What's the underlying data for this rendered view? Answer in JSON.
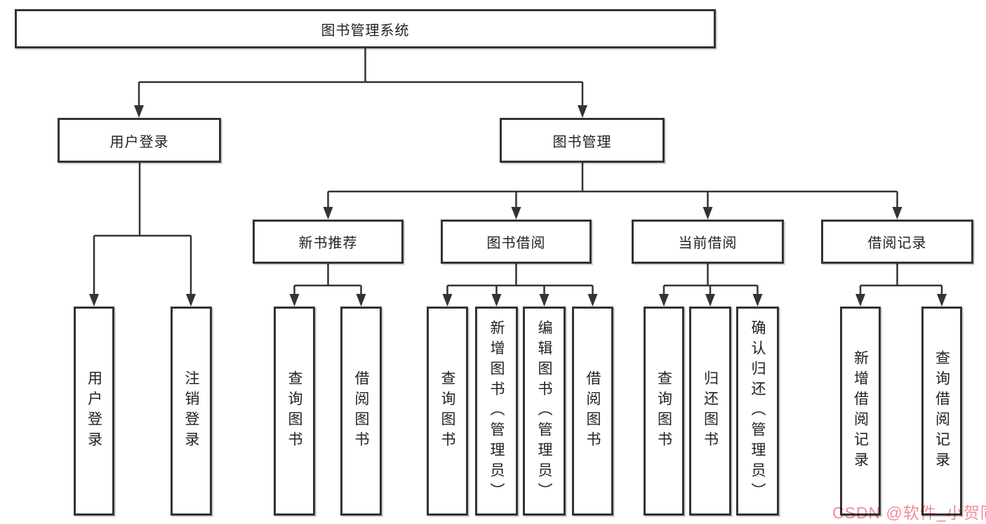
{
  "diagram": {
    "title": "图书管理系统",
    "colors": {
      "line": "#333333",
      "box_border": "#333333",
      "box_fill": "#ffffff",
      "text": "#222222",
      "watermark": "#ee8d9a"
    },
    "nodes": {
      "root": {
        "label": "图书管理系统"
      },
      "user_login": {
        "label": "用户登录"
      },
      "book_mgmt": {
        "label": "图书管理"
      },
      "new_book": {
        "label": "新书推荐"
      },
      "book_borrow": {
        "label": "图书借阅"
      },
      "current_borrow": {
        "label": "当前借阅"
      },
      "borrow_record": {
        "label": "借阅记录"
      },
      "v_login": {
        "label": "用户登录"
      },
      "v_logout": {
        "label": "注销登录"
      },
      "v_nb_query": {
        "label": "查询图书"
      },
      "v_nb_borrow": {
        "label": "借阅图书"
      },
      "v_bb_query": {
        "label": "查询图书"
      },
      "v_bb_add": {
        "label": "新增图书（管理员）"
      },
      "v_bb_edit": {
        "label": "编辑图书（管理员）"
      },
      "v_bb_borrow": {
        "label": "借阅图书"
      },
      "v_cb_query": {
        "label": "查询图书"
      },
      "v_cb_return": {
        "label": "归还图书"
      },
      "v_cb_confirm": {
        "label": "确认归还（管理员）"
      },
      "v_br_add": {
        "label": "新增借阅记录"
      },
      "v_br_query": {
        "label": "查询借阅记录"
      }
    },
    "hierarchy": {
      "root": [
        "user_login",
        "book_mgmt"
      ],
      "user_login": [
        "v_login",
        "v_logout"
      ],
      "book_mgmt": [
        "new_book",
        "book_borrow",
        "current_borrow",
        "borrow_record"
      ],
      "new_book": [
        "v_nb_query",
        "v_nb_borrow"
      ],
      "book_borrow": [
        "v_bb_query",
        "v_bb_add",
        "v_bb_edit",
        "v_bb_borrow"
      ],
      "current_borrow": [
        "v_cb_query",
        "v_cb_return",
        "v_cb_confirm"
      ],
      "borrow_record": [
        "v_br_add",
        "v_br_query"
      ]
    },
    "watermark": {
      "text": "CSDN @软件_小贺同学",
      "color": "#ee8d9a"
    }
  }
}
